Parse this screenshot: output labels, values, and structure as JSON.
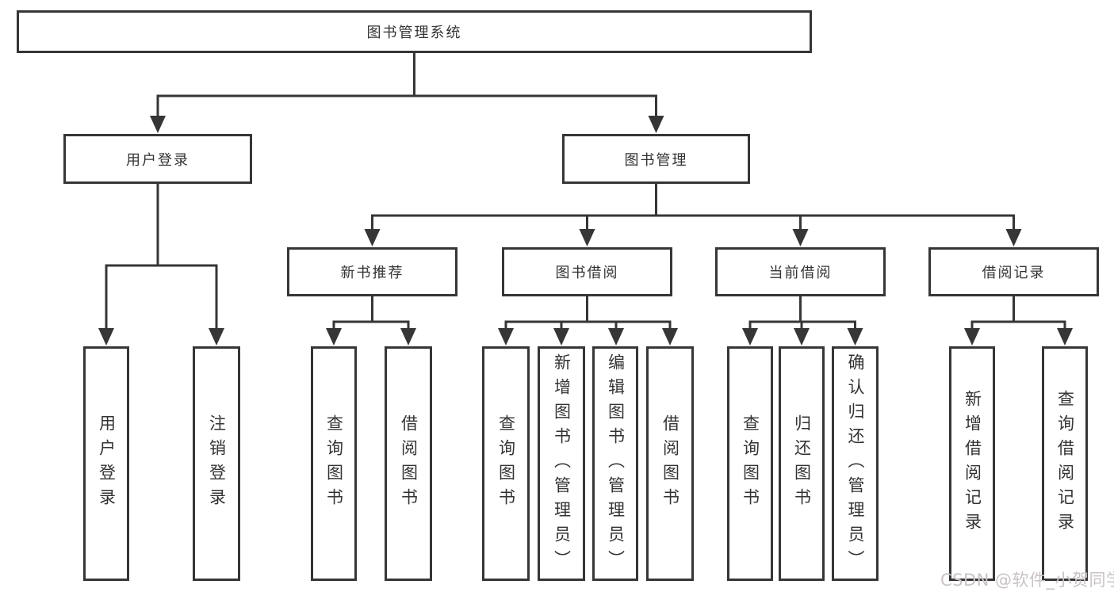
{
  "watermark": "CSDN @软件_小贺同学",
  "nodes": {
    "root": "图书管理系统",
    "user_login": "用户登录",
    "book_mgmt": "图书管理",
    "new_book": "新书推荐",
    "book_borrow": "图书借阅",
    "current_borrow": "当前借阅",
    "borrow_record": "借阅记录",
    "leaf_user_login": "用户登录",
    "leaf_logout": "注销登录",
    "leaf_nb_query": "查询图书",
    "leaf_nb_borrow": "借阅图书",
    "leaf_bb_query": "查询图书",
    "leaf_bb_add": "新增图书（管理员）",
    "leaf_bb_edit": "编辑图书（管理员）",
    "leaf_bb_borrow": "借阅图书",
    "leaf_cb_query": "查询图书",
    "leaf_cb_return": "归还图书",
    "leaf_cb_confirm": "确认归还（管理员）",
    "leaf_br_add": "新增借阅记录",
    "leaf_br_query": "查询借阅记录"
  }
}
